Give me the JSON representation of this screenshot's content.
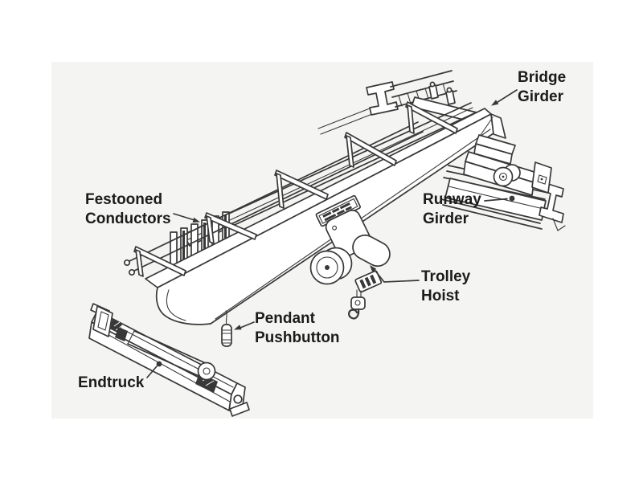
{
  "figure": {
    "labels": {
      "bridge_girder": "Bridge Girder",
      "runway_girder": "Runway Girder",
      "festooned_conductors": "Festooned Conductors",
      "trolley_hoist": "Trolley Hoist",
      "pendant_pushbutton": "Pendant Pushbutton",
      "endtruck": "Endtruck"
    },
    "colors": {
      "background": "#ffffff",
      "scan_background": "#f4f4f2",
      "line": "#383838",
      "face": "#ffffff",
      "label_text": "#1b1b1b"
    }
  }
}
